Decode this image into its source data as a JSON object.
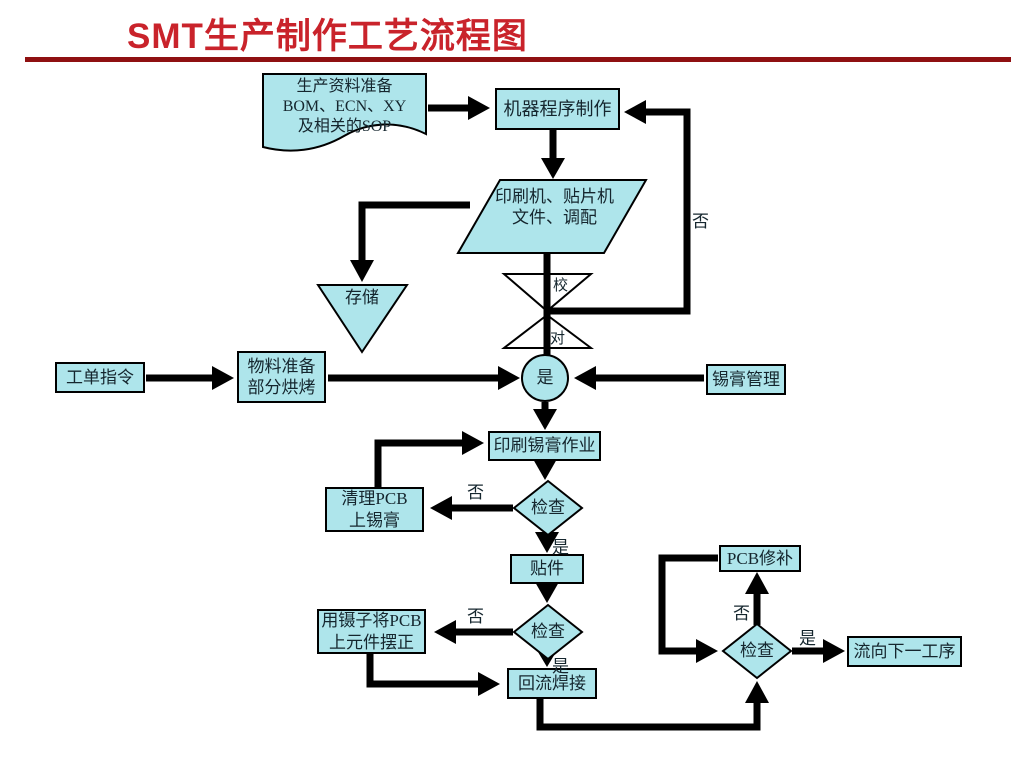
{
  "title": "SMT生产制作工艺流程图",
  "colors": {
    "title_red": "#c9232b",
    "rule_red": "#8f1011",
    "shape_fill": "#aee5eb",
    "line_black": "#000000"
  },
  "nodes": {
    "data_prep": {
      "line1": "生产资料准备",
      "line2": "BOM、ECN、XY",
      "line3": "及相关的SOP"
    },
    "machine_program": {
      "label": "机器程序制作"
    },
    "printer_mounter": {
      "line1": "印刷机、贴片机",
      "line2": "文件、调配"
    },
    "storage": {
      "label": "存储"
    },
    "proof_upper": {
      "label": "校"
    },
    "proof_lower": {
      "label": "对"
    },
    "yes_circle": {
      "label": "是"
    },
    "work_order": {
      "label": "工单指令"
    },
    "material_prep": {
      "line1": "物料准备",
      "line2": "部分烘烤"
    },
    "solder_paste_mgmt": {
      "label": "锡膏管理"
    },
    "print_solder_paste": {
      "label": "印刷锡膏作业"
    },
    "clean_pcb": {
      "line1": "清理PCB",
      "line2": "上锡膏"
    },
    "inspect_1": {
      "label": "检查"
    },
    "place_components": {
      "label": "贴件"
    },
    "inspect_2": {
      "label": "检查"
    },
    "tweezer_fix": {
      "line1": "用镊子将PCB",
      "line2": "上元件摆正"
    },
    "reflow_solder": {
      "label": "回流焊接"
    },
    "pcb_repair": {
      "label": "PCB修补"
    },
    "inspect_3": {
      "label": "检查"
    },
    "next_process": {
      "label": "流向下一工序"
    }
  },
  "edge_labels": {
    "no_feedback": "否",
    "no_1": "否",
    "yes_1": "是",
    "no_2": "否",
    "yes_2": "是",
    "no_3": "否",
    "yes_3": "是"
  }
}
